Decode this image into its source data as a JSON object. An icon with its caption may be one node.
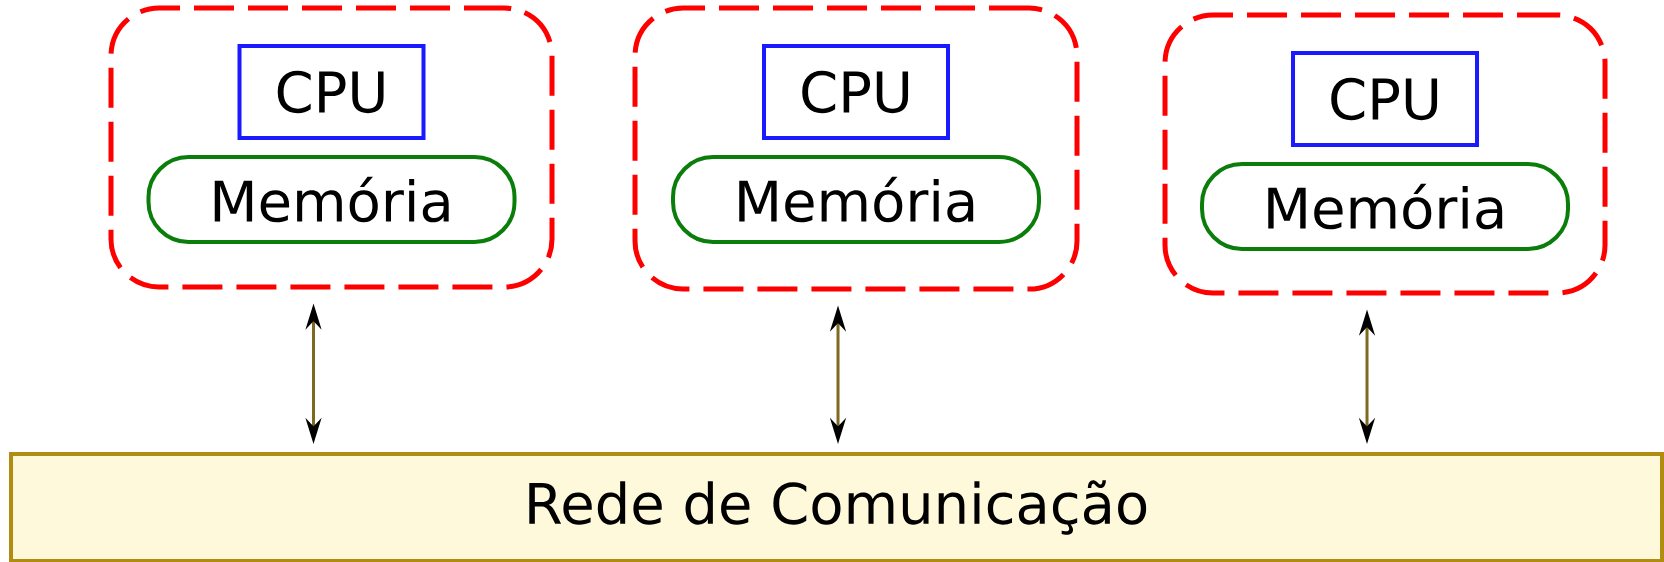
{
  "diagram": {
    "nodes": [
      {
        "text": [],
        "shape": "box"
      },
      {
        "text": [
          "CPU"
        ],
        "in": 0
      },
      {
        "text": [
          "Memória"
        ],
        "in": 0
      },
      {
        "text": [],
        "shape": "box"
      },
      {
        "text": [
          "CPU"
        ],
        "in": 3
      },
      {
        "text": [
          "Memória"
        ],
        "in": 3
      },
      {
        "text": [],
        "shape": "box"
      },
      {
        "text": [
          "CPU"
        ],
        "in": 6
      },
      {
        "text": [
          "Memória"
        ],
        "in": 6
      },
      {
        "text": [
          "Rede de Comunicação"
        ]
      }
    ],
    "edges": [
      {
        "from": 0,
        "to": 9,
        "arrow": "both"
      },
      {
        "from": 3,
        "to": 9,
        "arrow": "both"
      },
      {
        "from": 6,
        "to": 9,
        "arrow": "both"
      }
    ]
  }
}
